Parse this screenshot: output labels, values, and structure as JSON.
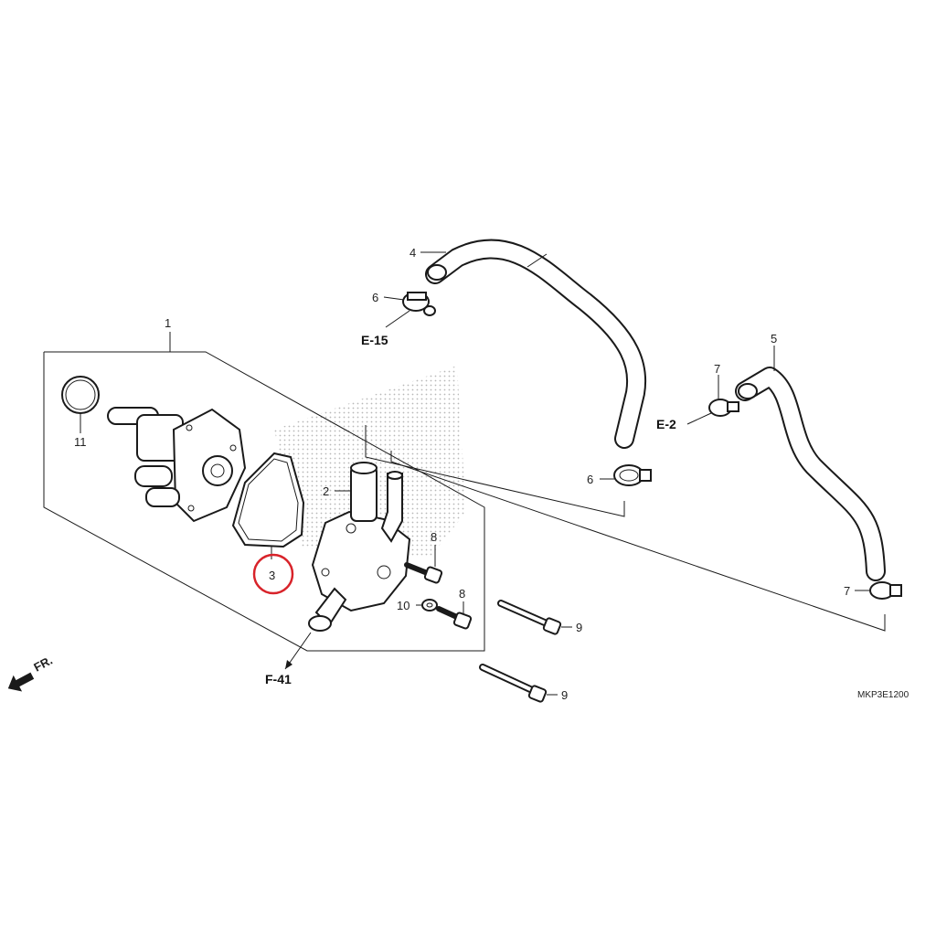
{
  "diagram_code": "MKP3E1200",
  "front_indicator": "FR.",
  "highlight_color": "#d8232a",
  "highlighted_part": "3",
  "callouts": {
    "p1": "1",
    "p2": "2",
    "p3": "3",
    "p4": "4",
    "p5": "5",
    "p6a": "6",
    "p6b": "6",
    "p7a": "7",
    "p7b": "7",
    "p8a": "8",
    "p8b": "8",
    "p9a": "9",
    "p9b": "9",
    "p10": "10",
    "p11": "11"
  },
  "references": {
    "e15": "E-15",
    "e2": "E-2",
    "f41": "F-41"
  }
}
